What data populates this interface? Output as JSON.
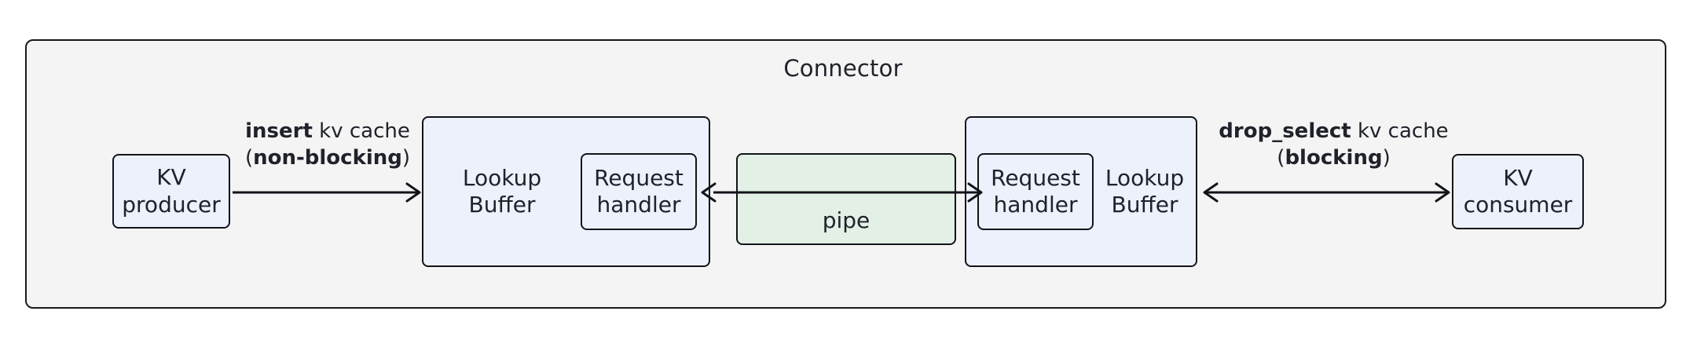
{
  "diagram": {
    "title": "Connector",
    "colors": {
      "container_fill": "#f4f4f4",
      "container_stroke": "#1a1a1a",
      "node_blue_fill": "#edf1fc",
      "node_green_fill": "#e3f0e5",
      "node_stroke": "#12141a",
      "text": "#20222b"
    },
    "nodes": {
      "kv_producer": {
        "line1": "KV",
        "line2": "producer"
      },
      "lookup_buffer_left": {
        "line1": "Lookup",
        "line2": "Buffer"
      },
      "request_handler_left": {
        "line1": "Request",
        "line2": "handler"
      },
      "pipe": {
        "label": "pipe"
      },
      "request_handler_right": {
        "line1": "Request",
        "line2": "handler"
      },
      "lookup_buffer_right": {
        "line1": "Lookup",
        "line2": "Buffer"
      },
      "kv_consumer": {
        "line1": "KV",
        "line2": "consumer"
      }
    },
    "edges": {
      "insert": {
        "line1_bold": "insert",
        "line1_rest": " kv cache",
        "line2_open": "(",
        "line2_bold": "non-blocking",
        "line2_close": ")",
        "direction": "right"
      },
      "drop_select": {
        "line1_bold": "drop_select",
        "line1_rest": " kv cache",
        "line2_open": "(",
        "line2_bold": "blocking",
        "line2_close": ")",
        "direction": "bidirectional"
      },
      "pipe_to_left_buffer": {
        "direction": "left"
      },
      "pipe_to_right_buffer": {
        "direction": "right"
      }
    }
  }
}
